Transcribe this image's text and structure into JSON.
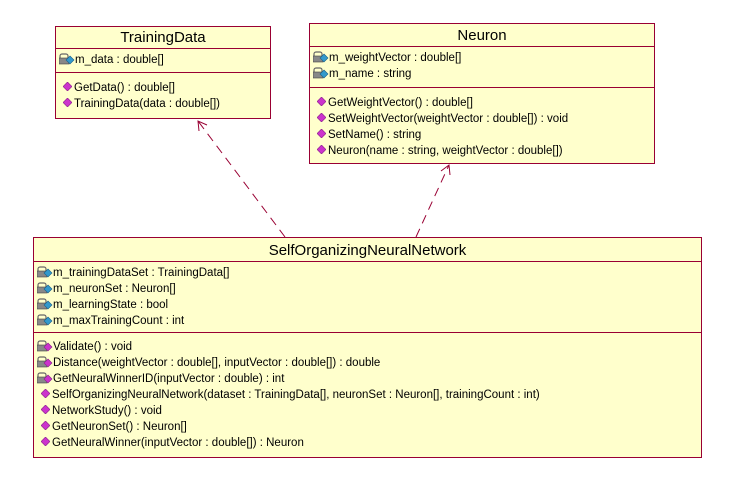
{
  "training_data": {
    "title": "TrainingData",
    "attributes": [
      {
        "text": "m_data : double[]",
        "visibility": "private"
      }
    ],
    "operations": [
      {
        "text": "GetData() : double[]",
        "visibility": "public"
      },
      {
        "text": "TrainingData(data : double[])",
        "visibility": "public"
      }
    ]
  },
  "neuron": {
    "title": "Neuron",
    "attributes": [
      {
        "text": "m_weightVector : double[]",
        "visibility": "private"
      },
      {
        "text": "m_name : string",
        "visibility": "private"
      }
    ],
    "operations": [
      {
        "text": "GetWeightVector() : double[]",
        "visibility": "public"
      },
      {
        "text": "SetWeightVector(weightVector : double[]) : void",
        "visibility": "public"
      },
      {
        "text": "SetName() : string",
        "visibility": "public"
      },
      {
        "text": "Neuron(name : string, weightVector : double[])",
        "visibility": "public"
      }
    ]
  },
  "som": {
    "title": "SelfOrganizingNeuralNetwork",
    "attributes": [
      {
        "text": "m_trainingDataSet : TrainingData[]",
        "visibility": "private"
      },
      {
        "text": "m_neuronSet : Neuron[]",
        "visibility": "private"
      },
      {
        "text": "m_learningState : bool",
        "visibility": "private"
      },
      {
        "text": "m_maxTrainingCount : int",
        "visibility": "private"
      }
    ],
    "operations": [
      {
        "text": "Validate() : void",
        "visibility": "private"
      },
      {
        "text": "Distance(weightVector : double[], inputVector : double[]) : double",
        "visibility": "private"
      },
      {
        "text": "GetNeuralWinnerID(inputVector : double) : int",
        "visibility": "private"
      },
      {
        "text": "SelfOrganizingNeuralNetwork(dataset : TrainingData[], neuronSet : Neuron[], trainingCount : int)",
        "visibility": "public"
      },
      {
        "text": "NetworkStudy() : void",
        "visibility": "public"
      },
      {
        "text": "GetNeuronSet() : Neuron[]",
        "visibility": "public"
      },
      {
        "text": "GetNeuralWinner(inputVector : double[]) : Neuron",
        "visibility": "public"
      }
    ]
  },
  "colors": {
    "class_fill": "#ffffcc",
    "class_border": "#990033",
    "connector": "#990033",
    "public_icon": "#cc33cc",
    "private_attr_icon": "#3399cc",
    "lock": "#666666"
  }
}
